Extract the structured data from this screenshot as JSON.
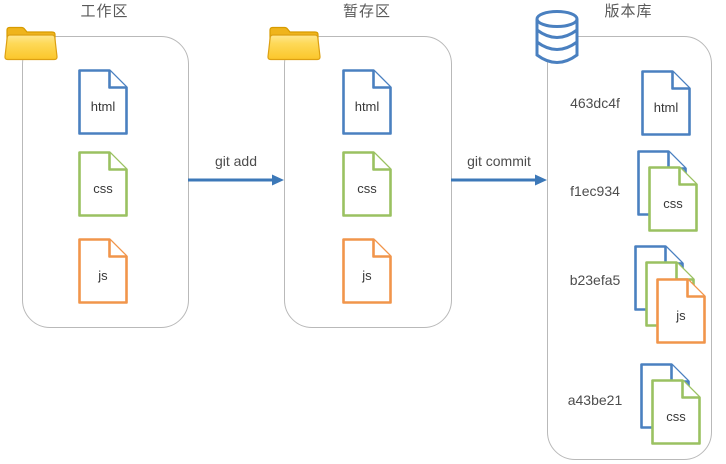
{
  "working": {
    "title": "工作区",
    "files": [
      "html",
      "css",
      "js"
    ]
  },
  "staging": {
    "title": "暂存区",
    "files": [
      "html",
      "css",
      "js"
    ]
  },
  "repo": {
    "title": "版本库",
    "commits": [
      {
        "hash": "463dc4f",
        "label": "html",
        "stack": [
          "html"
        ]
      },
      {
        "hash": "f1ec934",
        "label": "css",
        "stack": [
          "html",
          "css"
        ]
      },
      {
        "hash": "b23efa5",
        "label": "js",
        "stack": [
          "html",
          "css",
          "js"
        ]
      },
      {
        "hash": "a43be21",
        "label": "css",
        "stack": [
          "html",
          "css"
        ]
      }
    ]
  },
  "arrows": {
    "add": {
      "label": "git add"
    },
    "commit": {
      "label": "git commit"
    }
  },
  "icons": {
    "working_folder": "folder-icon",
    "staging_folder": "folder-icon",
    "repo_storage": "database-icon"
  },
  "colors": {
    "html_file": "#4a80c0",
    "css_file": "#9ac161",
    "js_file": "#f1954b",
    "arrow": "#3c78b8",
    "zone_border": "#b9b9b9",
    "folder": "#fcc62a",
    "database": "#4a80c0",
    "text": "#4d4d4d"
  }
}
